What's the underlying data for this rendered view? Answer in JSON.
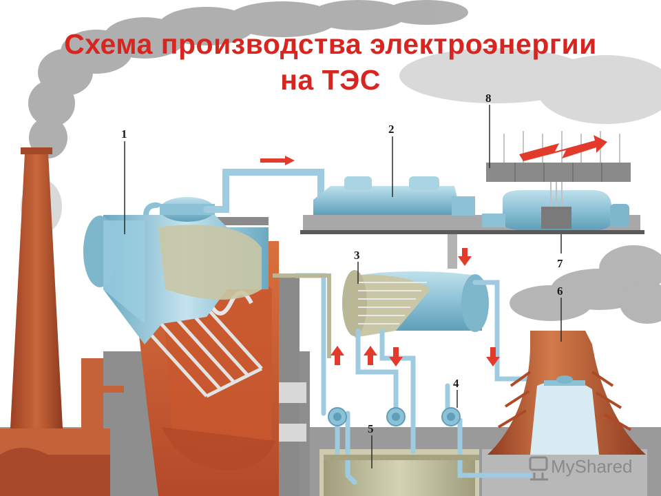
{
  "title": {
    "line1": "Схема производства электроэнергии",
    "line2": "на ТЭС"
  },
  "labels": [
    "1",
    "2",
    "3",
    "4",
    "5",
    "6",
    "7",
    "8"
  ],
  "watermark": "MyShared",
  "colors": {
    "title": "#d8251f",
    "chimney": "#b3532d",
    "boiler_fire": "#d0602e",
    "water_blue": "#8cc1d6",
    "steel_gray": "#8e8e8e",
    "smoke": "#9c9c9c",
    "arrow_red": "#e23b2b"
  }
}
